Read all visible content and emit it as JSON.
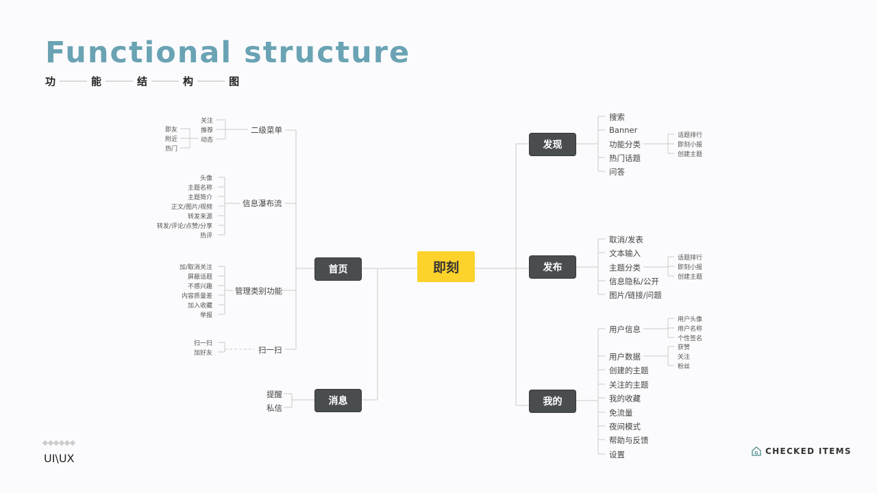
{
  "header": {
    "title": "Functional structure",
    "subtitle": [
      "功",
      "能",
      "结",
      "构",
      "图"
    ]
  },
  "footer": {
    "label": "UI\\UX",
    "brand": "CHECKED ITEMS"
  },
  "colors": {
    "root": "#fdd22a",
    "node": "#4a4d50",
    "title": "#6aa3b3"
  },
  "diagram": {
    "root": "即刻",
    "home": {
      "label": "首页",
      "submenu": {
        "label": "二级菜单",
        "items": [
          "关注",
          "推荐",
          "动态"
        ],
        "sub": [
          "即友",
          "附近",
          "热门"
        ]
      },
      "feed": {
        "label": "信息瀑布流",
        "items": [
          "头像",
          "主题名称",
          "主题简介",
          "正文/图片/视频",
          "转发来源",
          "转发/评论/点赞/分享",
          "热评"
        ]
      },
      "manage": {
        "label": "管理类别功能",
        "items": [
          "加/取消关注",
          "屏蔽话题",
          "不感兴趣",
          "内容质量差",
          "加入收藏",
          "举报"
        ]
      },
      "scan": {
        "label": "扫一扫",
        "items": [
          "扫一扫",
          "加好友"
        ]
      }
    },
    "message": {
      "label": "消息",
      "items": [
        "提醒",
        "私信"
      ]
    },
    "discover": {
      "label": "发现",
      "items": [
        "搜索",
        "Banner",
        "功能分类",
        "热门话题",
        "问答"
      ],
      "sub": [
        "话题排行",
        "即刻小报",
        "创建主题"
      ]
    },
    "publish": {
      "label": "发布",
      "items": [
        "取消/发表",
        "文本输入",
        "主题分类",
        "信息隐私/公开",
        "图片/链接/问题"
      ],
      "sub": [
        "话题排行",
        "即刻小报",
        "创建主题"
      ]
    },
    "mine": {
      "label": "我的",
      "items": [
        "用户信息",
        "用户数据",
        "创建的主题",
        "关注的主题",
        "我的收藏",
        "免流量",
        "夜间模式",
        "帮助与反馈",
        "设置"
      ],
      "info_sub": [
        "用户头像",
        "用户名称",
        "个性签名"
      ],
      "data_sub": [
        "获赞",
        "关注",
        "粉丝"
      ]
    }
  }
}
